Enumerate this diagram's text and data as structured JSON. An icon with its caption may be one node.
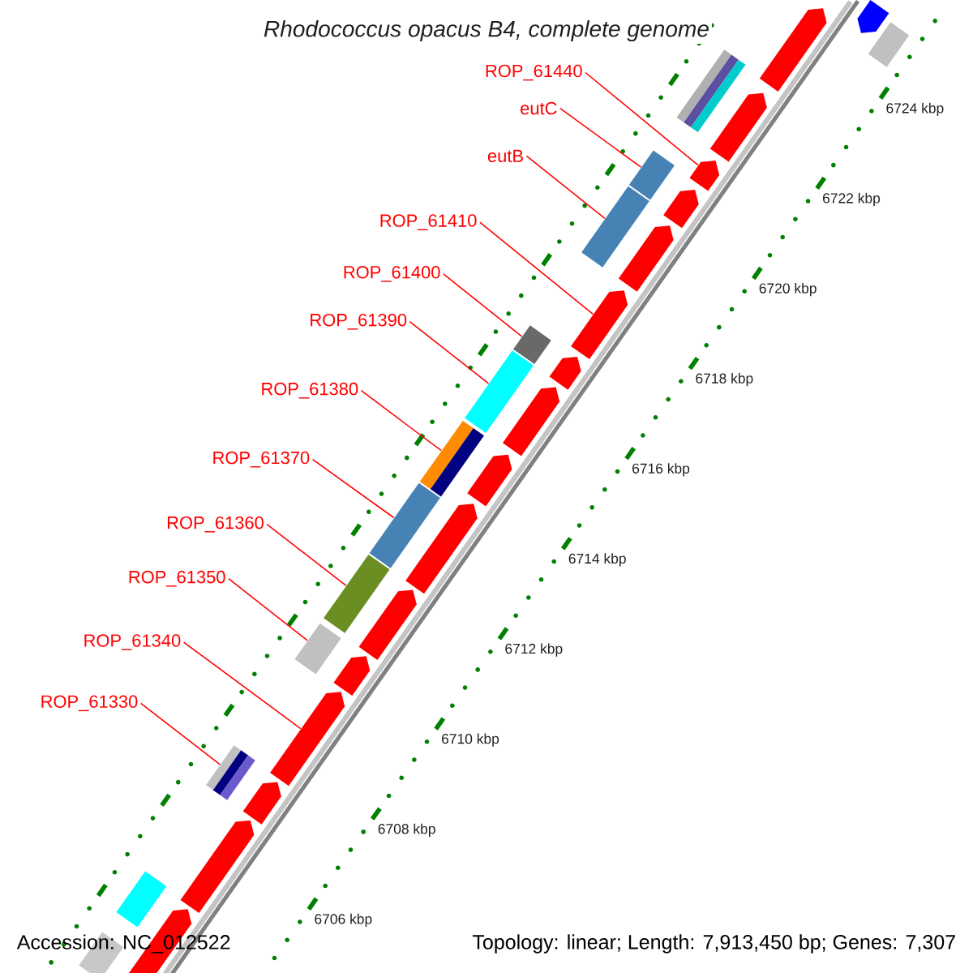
{
  "diagram": {
    "title": "Rhodococcus opacus B4, complete genome",
    "nodes": [
      {
        "text": [
          "ROP_61440"
        ]
      },
      {
        "text": [
          "eutC"
        ]
      },
      {
        "text": [
          "eutB"
        ]
      },
      {
        "text": [
          "ROP_61410"
        ]
      },
      {
        "text": [
          "ROP_61400"
        ]
      },
      {
        "text": [
          "ROP_61390"
        ]
      },
      {
        "text": [
          "ROP_61380"
        ]
      },
      {
        "text": [
          "ROP_61370"
        ]
      },
      {
        "text": [
          "ROP_61360"
        ]
      },
      {
        "text": [
          "ROP_61350"
        ]
      },
      {
        "text": [
          "ROP_61340"
        ]
      },
      {
        "text": [
          "ROP_61330"
        ]
      },
      {
        "text": [],
        "shape": "arrow"
      },
      {
        "text": [],
        "shape": "bar"
      },
      {
        "text": [],
        "shape": "arrow"
      },
      {
        "text": [],
        "shape": "bar"
      },
      {
        "text": [],
        "shape": "arrow"
      },
      {
        "text": [],
        "shape": "arrow"
      },
      {
        "text": [],
        "shape": "bar"
      },
      {
        "text": [],
        "shape": "arrow"
      },
      {
        "text": [],
        "shape": "bar"
      },
      {
        "text": [],
        "shape": "arrow"
      },
      {
        "text": [],
        "shape": "arrow"
      },
      {
        "text": [],
        "shape": "bar"
      },
      {
        "text": [],
        "shape": "arrow"
      },
      {
        "text": [],
        "shape": "bar"
      },
      {
        "text": [],
        "shape": "arrow"
      },
      {
        "text": [],
        "shape": "bar"
      },
      {
        "text": [],
        "shape": "arrow"
      },
      {
        "text": [],
        "shape": "bar"
      },
      {
        "text": [],
        "shape": "arrow"
      },
      {
        "text": [],
        "shape": "bar"
      },
      {
        "text": [],
        "shape": "arrow"
      },
      {
        "text": [],
        "shape": "bar"
      },
      {
        "text": [],
        "shape": "arrow"
      },
      {
        "text": [],
        "shape": "arrow"
      },
      {
        "text": [],
        "shape": "bar"
      },
      {
        "text": [],
        "shape": "arrow"
      },
      {
        "text": [],
        "shape": "arrow"
      },
      {
        "text": [],
        "shape": "bar"
      },
      {
        "text": [],
        "shape": "arrow"
      },
      {
        "text": [],
        "shape": "bar"
      }
    ],
    "edges": [
      {
        "from": 0,
        "to": 17,
        "arrow": "none"
      },
      {
        "from": 1,
        "to": 18,
        "arrow": "none"
      },
      {
        "from": 2,
        "to": 20,
        "arrow": "none"
      },
      {
        "from": 3,
        "to": 22,
        "arrow": "none"
      },
      {
        "from": 4,
        "to": 23,
        "arrow": "none"
      },
      {
        "from": 5,
        "to": 25,
        "arrow": "none"
      },
      {
        "from": 6,
        "to": 27,
        "arrow": "none"
      },
      {
        "from": 7,
        "to": 29,
        "arrow": "none"
      },
      {
        "from": 8,
        "to": 31,
        "arrow": "none"
      },
      {
        "from": 9,
        "to": 33,
        "arrow": "none"
      },
      {
        "from": 10,
        "to": 35,
        "arrow": "none"
      },
      {
        "from": 11,
        "to": 36,
        "arrow": "none"
      }
    ],
    "labels": [
      "6724 kbp",
      "6722 kbp",
      "6720 kbp",
      "6718 kbp",
      "6716 kbp",
      "6714 kbp",
      "6712 kbp",
      "6710 kbp",
      "6708 kbp",
      "6706 kbp",
      "Accession: NC_012522",
      "Topology: linear; Length: 7,913,450 bp; Genes: 7,307"
    ]
  }
}
